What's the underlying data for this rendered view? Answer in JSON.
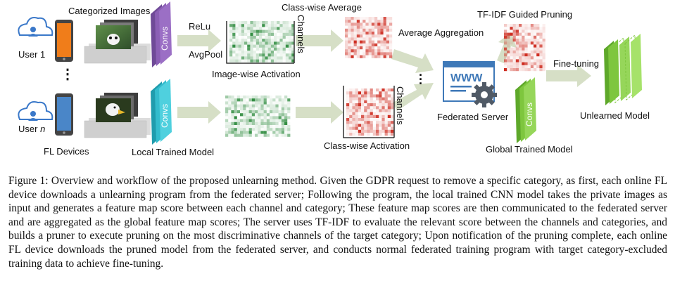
{
  "figure": {
    "labels": {
      "categorized_images": "Categorized Images",
      "user1": "User 1",
      "usern_prefix": "User ",
      "usern_var": "n",
      "fl_devices": "FL Devices",
      "convs": "Convs",
      "relu": "ReLu",
      "avgpool": "AvgPool",
      "class_wise_average": "Class-wise Average",
      "channels": "Channels",
      "image_wise_activation": "Image-wise Activation",
      "local_trained_model": "Local Trained Model",
      "class_wise_activation": "Class-wise Activation",
      "average_aggregation": "Average Aggregation",
      "tfidf_guided_pruning": "TF-IDF Guided Pruning",
      "www": "WWW",
      "federated_server": "Federated Server",
      "global_trained_model": "Global Trained Model",
      "fine_tuning": "Fine-tuning",
      "unlearned_model": "Unlearned Model"
    },
    "colors": {
      "user_icon": "#3a78c9",
      "phone_orange": "#f07d1a",
      "phone_blue": "#4a86c8",
      "convs_purple": "#8b5fb5",
      "convs_teal": "#33bccd",
      "convs_green": "#7ec63e",
      "heat_green": "#2e8b3e",
      "heat_red": "#cc2418",
      "arrow": "#d6dfc6",
      "server_blue": "#3f79b8",
      "gear": "#505a66"
    }
  },
  "caption": {
    "label": "Figure 1:",
    "text": "Overview and workflow of the proposed unlearning method. Given the GDPR request to remove a specific category, as first, each online FL device downloads a unlearning program from the federated server; Following the program, the local trained CNN model takes the private images as input and generates a feature map score between each channel and category; These feature map scores are then communicated to the federated server and are aggregated as the global feature map scores; The server uses TF-IDF to evaluate the relevant score between the channels and categories, and builds a pruner to execute pruning on the most discriminative channels of the target category; Upon notification of the pruning complete, each online FL device downloads the pruned model from the federated server, and conducts normal federated training program with target category-excluded training data to achieve fine-tuning."
  }
}
